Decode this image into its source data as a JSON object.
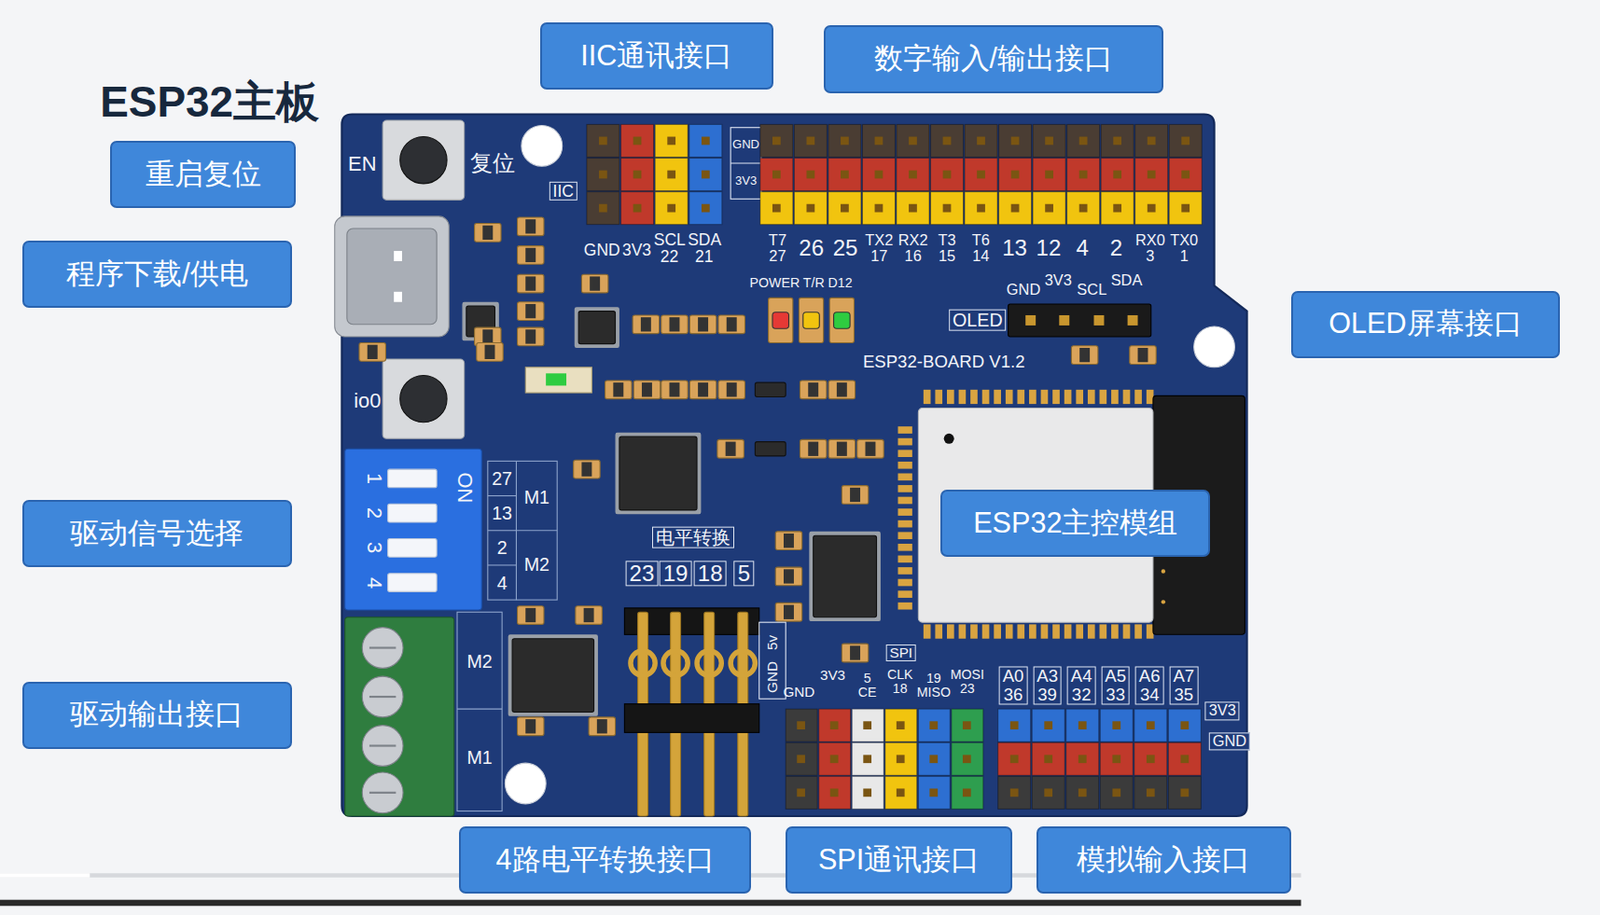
{
  "diagram": {
    "title": "ESP32主板",
    "nodes": [
      {
        "text": [
          "IIC通讯接口"
        ]
      },
      {
        "text": [
          "数字输入/输出接口"
        ]
      },
      {
        "text": [
          "重启复位"
        ]
      },
      {
        "text": [
          "程序下载/供电"
        ]
      },
      {
        "text": [
          "OLED屏幕接口"
        ]
      },
      {
        "text": [
          "驱动信号选择"
        ]
      },
      {
        "text": [
          "ESP32主控模组"
        ]
      },
      {
        "text": [
          "驱动输出接口"
        ]
      },
      {
        "text": [
          "4路电平转换接口"
        ]
      },
      {
        "text": [
          "SPI通讯接口"
        ]
      },
      {
        "text": [
          "模拟输入接口"
        ]
      }
    ],
    "labels": [
      "EN",
      "复位",
      "io0",
      "IIC",
      "GND",
      "3V3",
      "SCL 22",
      "SDA 21",
      "GND",
      "3V3",
      "T7 27",
      "26",
      "25",
      "TX2 17",
      "RX2 16",
      "T3 15",
      "T6 14",
      "13",
      "12",
      "4",
      "2",
      "RX0 3",
      "TX0 1",
      "POWER T/R D12",
      "OLED",
      "GND",
      "3V3",
      "SCL",
      "SDA",
      "ESP32-BOARD V1.2",
      "ON",
      "1",
      "2",
      "3",
      "4",
      "27",
      "13",
      "2",
      "4",
      "M1",
      "M2",
      "M2",
      "M1",
      "电平转换",
      "23",
      "19",
      "18",
      "5",
      "5v",
      "GND",
      "SPI",
      "GND",
      "3V3",
      "5 CE",
      "CLK 18",
      "19 MISO",
      "MOSI 23",
      "A0 36",
      "A3 39",
      "A4 32",
      "A5 33",
      "A6 34",
      "A7 35",
      "3V3",
      "GND"
    ]
  }
}
